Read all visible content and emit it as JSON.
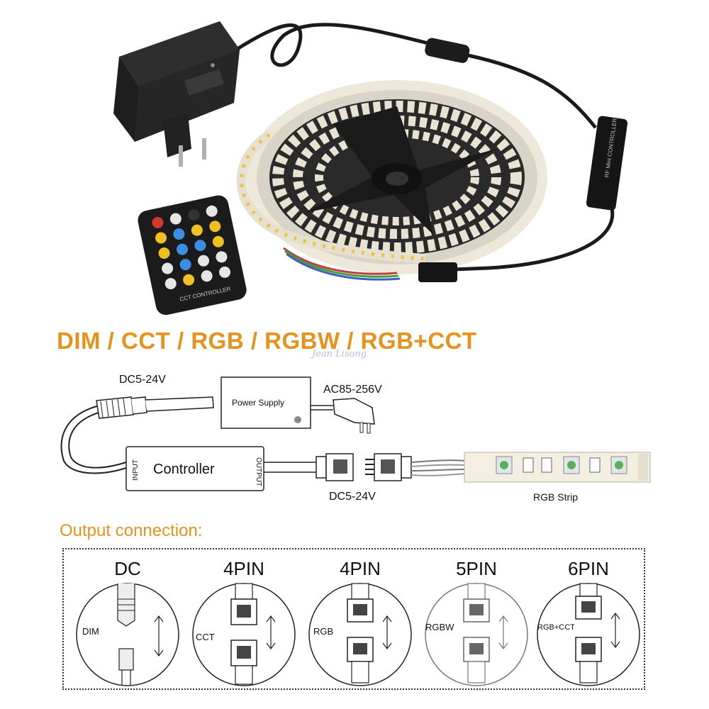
{
  "headline": "DIM / CCT / RGB / RGBW  / RGB+CCT",
  "watermark": "Jean Lisong",
  "remote": {
    "label": "CCT CONTROLLER"
  },
  "diagram": {
    "dc_in": "DC5-24V",
    "ac_in": "AC85-256V",
    "power_supply": "Power Supply",
    "controller": "Controller",
    "controller_input": "INPUT",
    "controller_output": "OUTPUT",
    "dc_out": "DC5-24V",
    "strip": "RGB Strip"
  },
  "output": {
    "title": "Output connection:",
    "options": [
      {
        "title": "DC",
        "tag": "DIM"
      },
      {
        "title": "4PIN",
        "tag": "CCT"
      },
      {
        "title": "4PIN",
        "tag": "RGB"
      },
      {
        "title": "5PIN",
        "tag": "RGBW"
      },
      {
        "title": "6PIN",
        "tag": "RGB+CCT"
      }
    ]
  }
}
